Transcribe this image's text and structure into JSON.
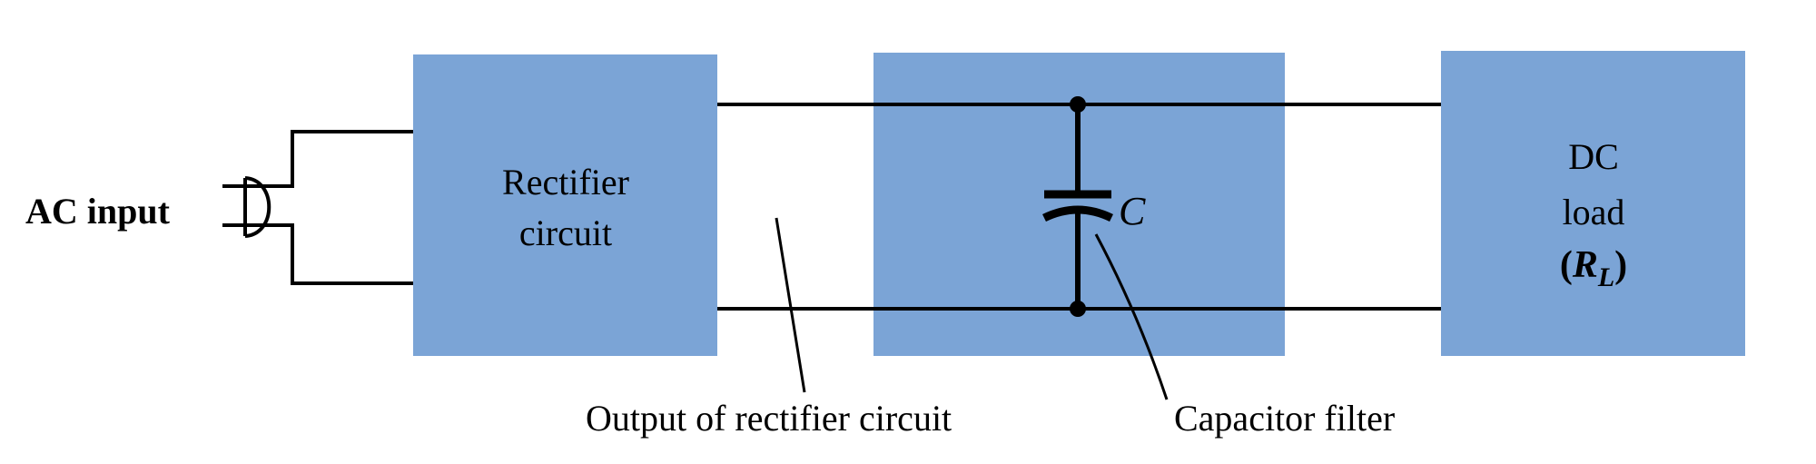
{
  "diagram": {
    "ac_input_label": "AC input",
    "rectifier_line1": "Rectifier",
    "rectifier_line2": "circuit",
    "capacitor_symbol": "C",
    "load_line1": "DC",
    "load_line2": "load",
    "load_resistor_R": "R",
    "load_resistor_sub": "L",
    "annotation_rectifier_output": "Output of rectifier circuit",
    "annotation_capacitor_filter": "Capacitor filter"
  },
  "colors": {
    "block_fill": "#7ba4d6",
    "line": "#000000",
    "background": "#ffffff"
  }
}
